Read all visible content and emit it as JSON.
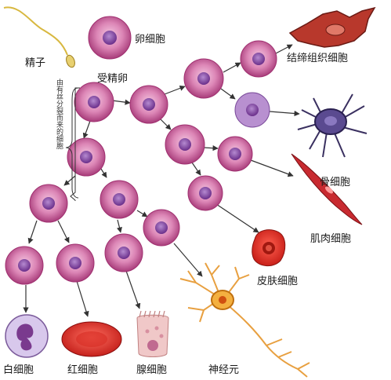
{
  "labels": {
    "sperm": "精子",
    "egg": "卵细胞",
    "zygote": "受精卵",
    "connective": "结缔组织细胞",
    "bone": "骨细胞",
    "muscle": "肌肉细胞",
    "skin": "皮肤细胞",
    "neuron": "神经元",
    "gland": "腺细胞",
    "red": "红细胞",
    "white": "白细胞",
    "division": "由有丝分裂而来的细胞"
  },
  "colors": {
    "cell_outer": "#c0508c",
    "cell_mid": "#d97aa8",
    "nucleus": "#7a3e98",
    "arrow": "#333333",
    "red_cell": "#d8322a",
    "neuron": "#f0a030",
    "connective": "#a8362a",
    "bone": "#4a3f78",
    "muscle": "#c0202a",
    "skin": "#d03024",
    "white_cell": "#9a7ab8",
    "gland": "#e8b8b8"
  }
}
